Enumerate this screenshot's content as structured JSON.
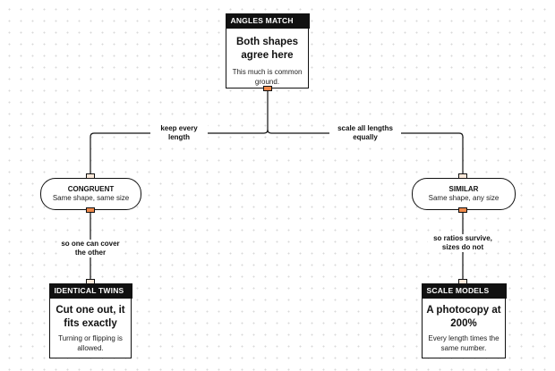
{
  "colors": {
    "ink": "#111111",
    "port_out": "#f08a4b",
    "port_in": "#fde9da",
    "canvas_dots": "#d9d9d9"
  },
  "nodes": {
    "angles_match": {
      "header": "ANGLES MATCH",
      "title": "Both shapes agree here",
      "body": "This much is common ground."
    },
    "congruent": {
      "title": "CONGRUENT",
      "subtitle": "Same shape, same size"
    },
    "similar": {
      "title": "SIMILAR",
      "subtitle": "Same shape, any size"
    },
    "identical_twins": {
      "header": "IDENTICAL TWINS",
      "title": "Cut one out, it fits exactly",
      "body": "Turning or flipping is allowed."
    },
    "scale_models": {
      "header": "SCALE MODELS",
      "title": "A photocopy at 200%",
      "body": "Every length times the same number."
    }
  },
  "edges": {
    "to_congruent": "keep every length",
    "to_similar": "scale all lengths equally",
    "to_identical_twins": "so one can cover the other",
    "to_scale_models": "so ratios survive, sizes do not"
  }
}
